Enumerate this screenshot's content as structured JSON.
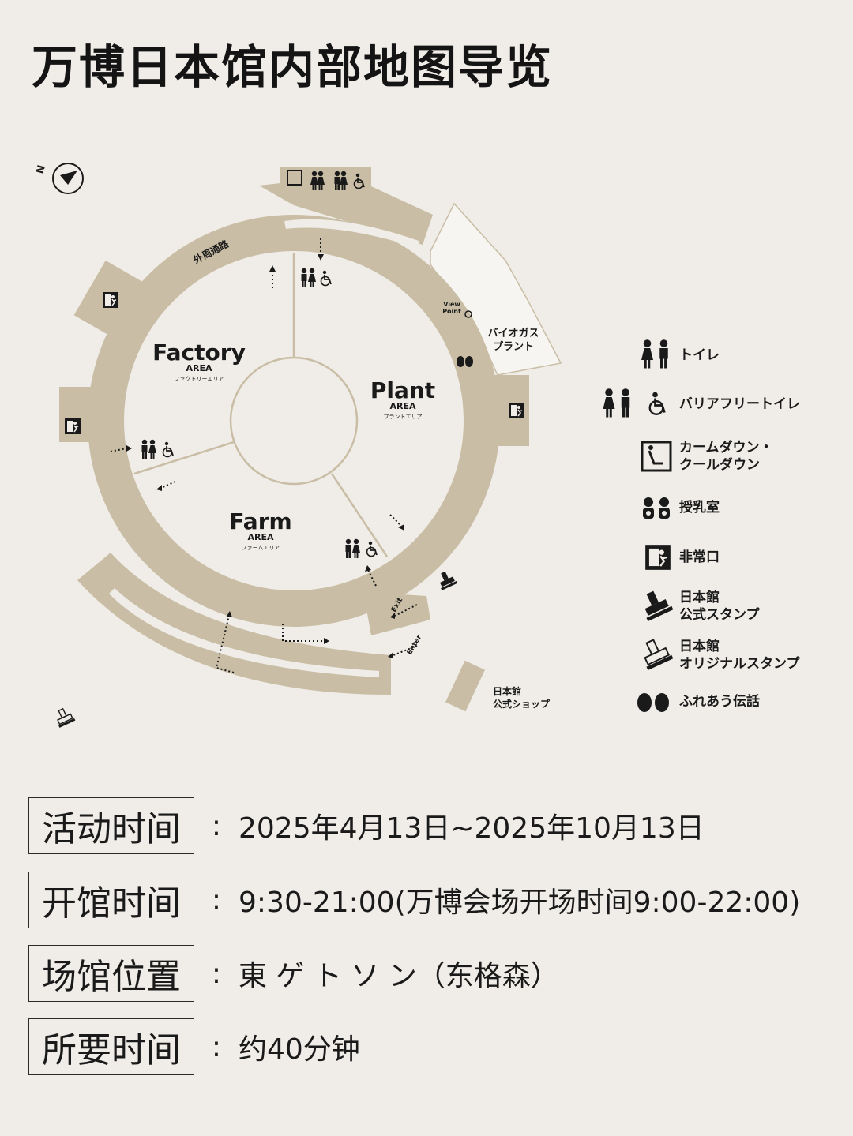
{
  "title": "万博日本馆内部地图导览",
  "map": {
    "outer_corridor": "外周通路",
    "compass": "N",
    "areas": [
      {
        "name": "Factory",
        "sub": "AREA",
        "jp": "ファクトリーエリア"
      },
      {
        "name": "Plant",
        "sub": "AREA",
        "jp": "プラントエリア"
      },
      {
        "name": "Farm",
        "sub": "AREA",
        "jp": "ファームエリア"
      }
    ],
    "view_point": "View\nPoint",
    "biogas": "バイオガス\nプラント",
    "exit": "Exit",
    "enter": "Enter",
    "shop_line1": "日本館",
    "shop_line2": "公式ショップ"
  },
  "legend": [
    {
      "icon": "toilet-icon",
      "text": "トイレ"
    },
    {
      "icon": "barrier-free-toilet-icon",
      "text": "バリアフリートイレ"
    },
    {
      "icon": "calm-down-icon",
      "text": "カームダウン・\nクールダウン"
    },
    {
      "icon": "nursing-room-icon",
      "text": "授乳室"
    },
    {
      "icon": "emergency-exit-icon",
      "text": "非常口"
    },
    {
      "icon": "official-stamp-icon",
      "text": "日本館\n公式スタンプ"
    },
    {
      "icon": "original-stamp-icon",
      "text": "日本館\nオリジナルスタンプ"
    },
    {
      "icon": "touch-talk-icon",
      "text": "ふれあう伝話"
    }
  ],
  "info": [
    {
      "label": "活动时间",
      "value": "2025年4月13日~2025年10月13日"
    },
    {
      "label": "开馆时间",
      "value": "9:30-21:00(万博会场开场时间9:00-22:00)"
    },
    {
      "label": "场馆位置",
      "value": "東 ゲ ト ソ ン（东格森）"
    },
    {
      "label": "所要时间",
      "value": "约40分钟"
    }
  ],
  "colors": {
    "ring": "#c9bea5",
    "background": "#f0ede8",
    "ink": "#1a1a1a"
  }
}
